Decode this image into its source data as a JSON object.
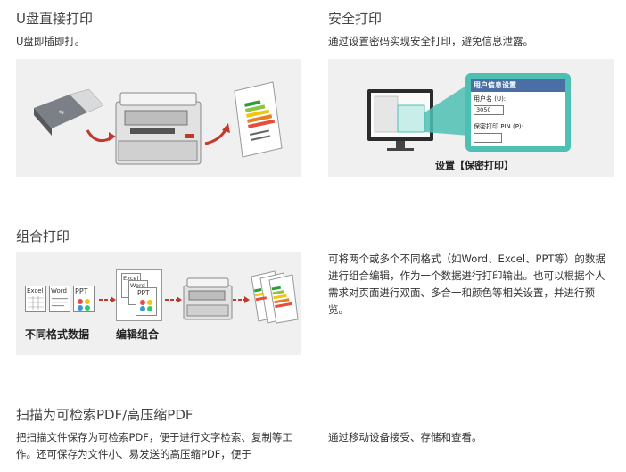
{
  "sections": {
    "usb": {
      "title": "U盘直接打印",
      "desc": "U盘即插即打。"
    },
    "secure": {
      "title": "安全打印",
      "desc": "通过设置密码实现安全打印，避免信息泄露。",
      "dialog_title": "用户信息设置",
      "username_label": "用户名 (U):",
      "username_value": "3050",
      "pin_label": "保密打印 PIN (P):",
      "caption": "设置【保密打印】"
    },
    "combine": {
      "title": "组合打印",
      "desc": "可将两个或多个不同格式（如Word、Excel、PPT等）的数据进行组合编辑，作为一个数据进行打印输出。也可以根据个人需求对页面进行双面、多合一和颜色等相关设置，并进行预览。",
      "doc_excel": "Excel",
      "doc_word": "Word",
      "doc_ppt": "PPT",
      "caption_left": "不同格式数据",
      "caption_mid": "编辑组合"
    },
    "scan": {
      "title": "扫描为可检索PDF/高压缩PDF",
      "desc": "把扫描文件保存为可检索PDF，便于进行文字检索、复制等工作。还可保存为文件小、易发送的高压缩PDF，便于"
    },
    "mobile": {
      "desc": "通过移动设备接受、存储和查看。"
    }
  },
  "colors": {
    "accent_teal": "#4dbfb3",
    "panel_bg": "#f0f0f0",
    "arrow_red": "#c0392b"
  }
}
